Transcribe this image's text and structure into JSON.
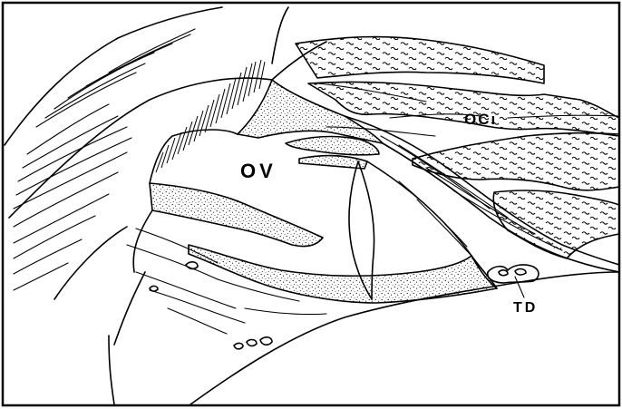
{
  "labels": {
    "ov": "OV",
    "oci": "OCı",
    "td": "TD"
  },
  "colors": {
    "ink": "#000000",
    "paper": "#ffffff"
  }
}
